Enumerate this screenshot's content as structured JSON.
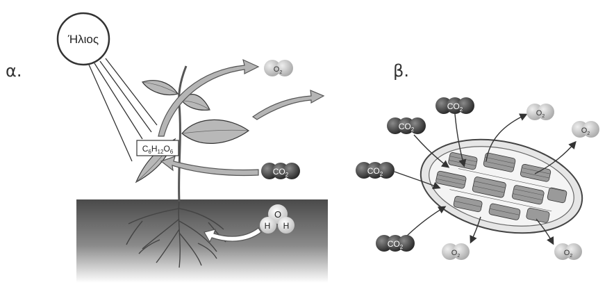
{
  "panels": {
    "a_label": "α.",
    "b_label": "β."
  },
  "sun": {
    "label": "Ήλιος"
  },
  "glucose": {
    "c": "C",
    "c_sub": "6",
    "h": "H",
    "h_sub": "12",
    "o": "O",
    "o_sub": "6"
  },
  "water": {
    "o": "O",
    "h1": "H",
    "h2": "H"
  },
  "molecules": {
    "base": "O",
    "o2_sub": "2",
    "co2_prefix": "CO",
    "co2_sub": "2"
  },
  "colors": {
    "co2_dark": "#3a3a3a",
    "o2_light": "#c4c4c4",
    "soil_top": "#4a4a4a",
    "soil_bottom": "#ffffff",
    "arrow_fill": "#b5b5b5"
  }
}
